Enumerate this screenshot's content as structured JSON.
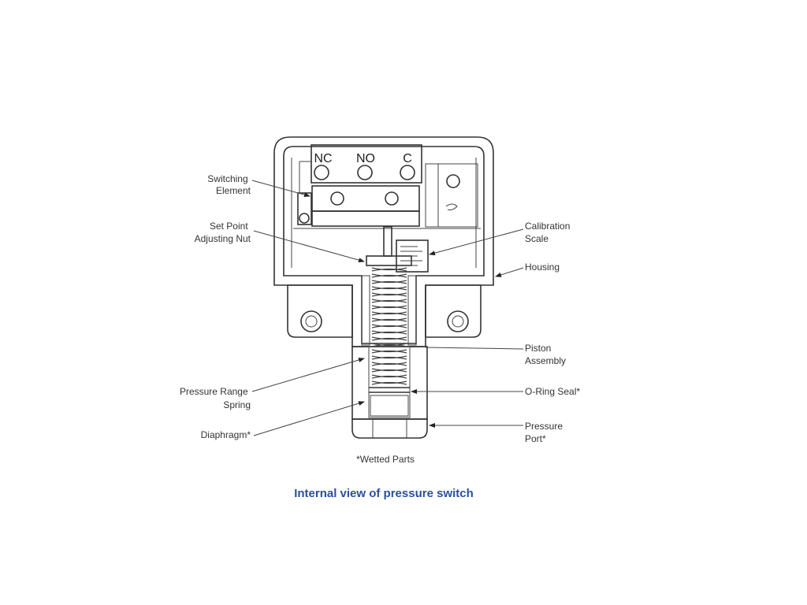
{
  "diagram": {
    "terminals": {
      "nc": "NC",
      "no": "NO",
      "c": "C"
    },
    "labels_left": {
      "switching_element": [
        "Switching",
        "Element"
      ],
      "set_point": [
        "Set Point",
        "Adjusting Nut"
      ],
      "pressure_range_spring": [
        "Pressure Range",
        "Spring"
      ],
      "diaphragm": [
        "Diaphragm*"
      ]
    },
    "labels_right": {
      "calibration_scale": [
        "Calibration",
        "Scale"
      ],
      "housing": [
        "Housing"
      ],
      "piston_assembly": [
        "Piston",
        "Assembly"
      ],
      "o_ring_seal": [
        "O-Ring Seal*"
      ],
      "pressure_port": [
        "Pressure",
        "Port*"
      ]
    },
    "footnote": "*Wetted Parts",
    "caption": "Internal view of pressure switch",
    "caption_color": "#2a4fa0"
  }
}
